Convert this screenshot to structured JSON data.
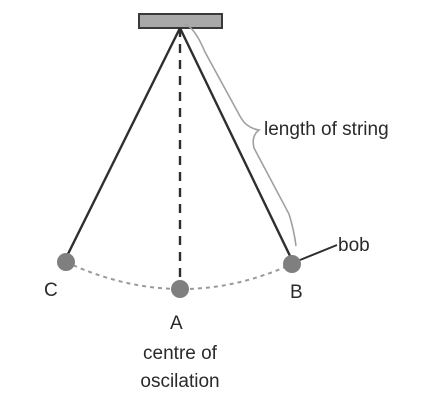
{
  "labels": {
    "c": "C",
    "b": "B",
    "a": "A",
    "bob": "bob",
    "length": "length of string",
    "centre_line1": "centre of",
    "centre_line2": "oscilation"
  },
  "colors": {
    "support_fill": "#a9a9a9",
    "string": "#2f2f2f",
    "bob": "#7f7f7f",
    "arc": "#9a9a9a",
    "brace": "#a0a0a0"
  }
}
